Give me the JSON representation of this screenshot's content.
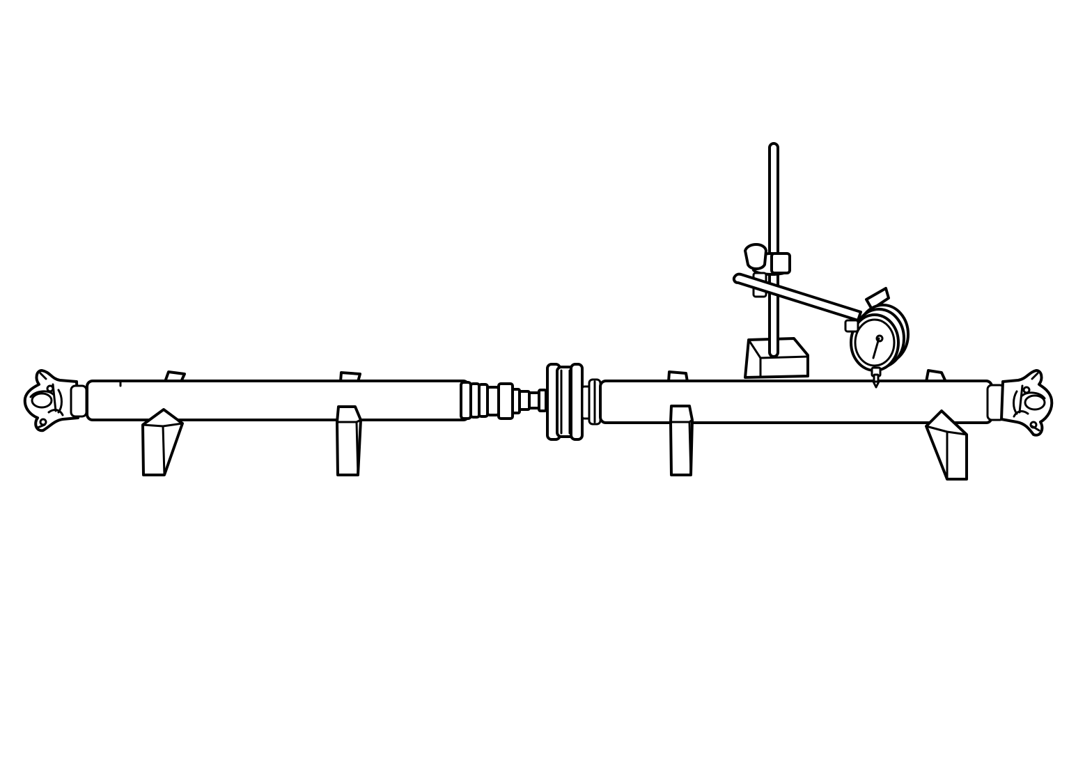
{
  "figure": {
    "type": "line-drawing",
    "subject": "propshaft-runout-check",
    "colors": {
      "line": "#000000",
      "background": "#ffffff"
    },
    "components": [
      "front-propeller-shaft",
      "rear-propeller-shaft",
      "center-coupling",
      "v-block-supports",
      "dial-indicator",
      "magnetic-base-stand",
      "universal-joint-flanges"
    ]
  }
}
